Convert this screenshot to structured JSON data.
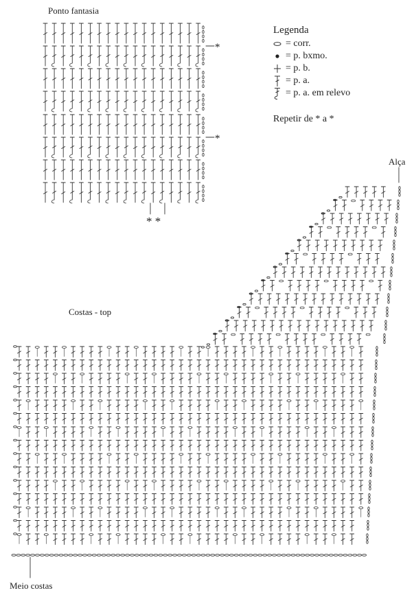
{
  "labels": {
    "ponto_fantasia": "Ponto fantasia",
    "costas_top": "Costas - top",
    "alca": "Alça",
    "meio_costas": "Meio costas",
    "star": "*",
    "bottom_stars": "* *"
  },
  "legend": {
    "title": "Legenda",
    "items": [
      {
        "icon": "chain-stitch-icon",
        "text": "= corr."
      },
      {
        "icon": "slip-stitch-icon",
        "text": "= p. bxmo."
      },
      {
        "icon": "single-crochet-icon",
        "text": "= p. b."
      },
      {
        "icon": "double-crochet-icon",
        "text": "= p. a."
      },
      {
        "icon": "relief-double-crochet-icon",
        "text": "= p. a. em relevo"
      }
    ],
    "repeat_note": "Repetir de * a *"
  },
  "colors": {
    "ink": "#333333",
    "background": "#ffffff"
  }
}
